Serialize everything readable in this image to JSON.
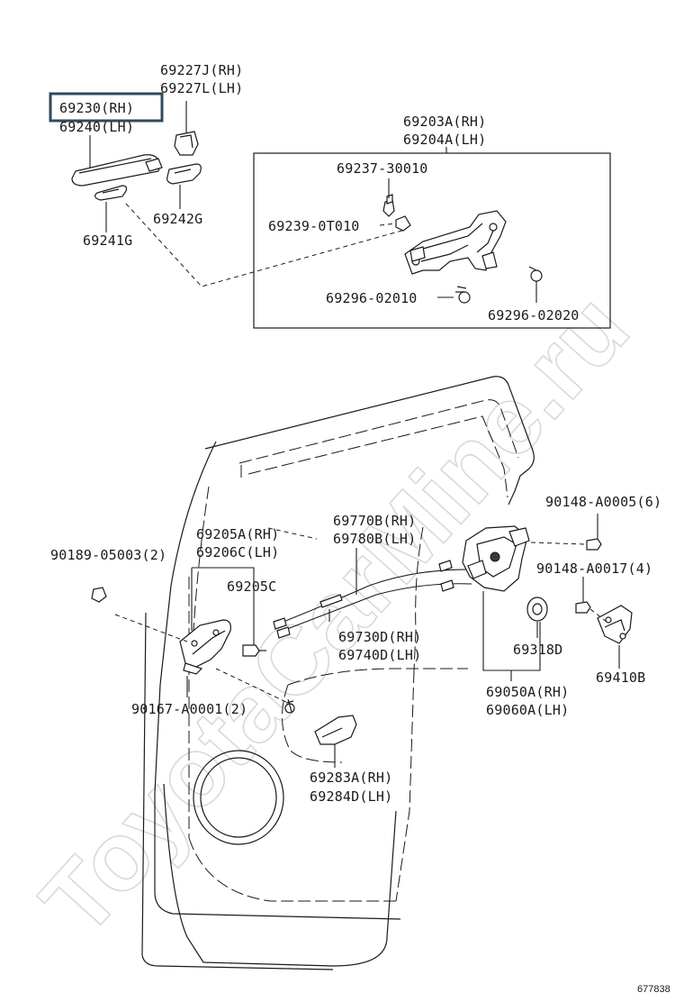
{
  "watermark": "ToyotaCarMine.ru",
  "diagram_id": "677838",
  "highlighted_part": "69230(RH)",
  "callouts": {
    "outside_handle_rh": "69230(RH)",
    "outside_handle_lh": "69240(LH)",
    "cap_rh": "69227J(RH)",
    "cap_lh": "69227L(LH)",
    "pad_g": "69242G",
    "pad_f": "69241G",
    "frame_rh": "69203A(RH)",
    "frame_lh": "69204A(LH)",
    "p_69237": "69237-30010",
    "p_69239": "69239-0T010",
    "p_69296a": "69296-02010",
    "p_69296b": "69296-02020",
    "handle_in_rh": "69205A(RH)",
    "handle_in_lh": "69206C(LH)",
    "bezel": "69205C",
    "clip": "90189-05003(2)",
    "cable_rh": "69770B(RH)",
    "cable_lh": "69780B(LH)",
    "rod_rh": "69730D(RH)",
    "rod_lh": "69740D(LH)",
    "screw_in": "90167-A0001(2)",
    "pull_rh": "69283A(RH)",
    "pull_lh": "69284D(LH)",
    "lock_rh": "69050A(RH)",
    "lock_lh": "69060A(LH)",
    "grommet": "69318D",
    "screw_6": "90148-A0005(6)",
    "screw_4": "90148-A0017(4)",
    "striker": "69410B"
  }
}
